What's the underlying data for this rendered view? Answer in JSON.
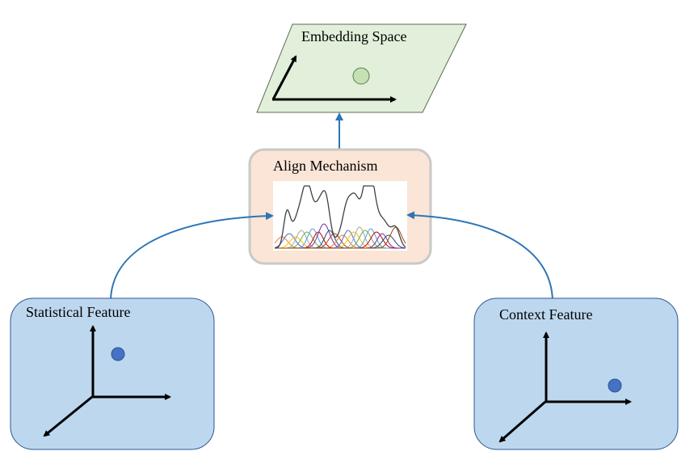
{
  "embedding": {
    "title": "Embedding Space"
  },
  "align": {
    "title": "Align Mechanism"
  },
  "statistical": {
    "title": "Statistical Feature"
  },
  "context": {
    "title": "Context Feature"
  },
  "colors": {
    "embedding_fill": "#e2efda",
    "embedding_point": "#c5e0b4",
    "align_fill": "#fbe5d6",
    "align_border": "#c9c9c9",
    "feature_fill": "#bdd7ee",
    "feature_point": "#4472c4",
    "connector": "#2e75b6",
    "axis": "#000000",
    "envelope": "#404040",
    "gaussians": [
      "#ed7d31",
      "#4472c4",
      "#ffc000",
      "#a5a5a5",
      "#70ad47",
      "#5b9bd5",
      "#c00000",
      "#7030a0",
      "#264478",
      "#9e480e"
    ]
  }
}
